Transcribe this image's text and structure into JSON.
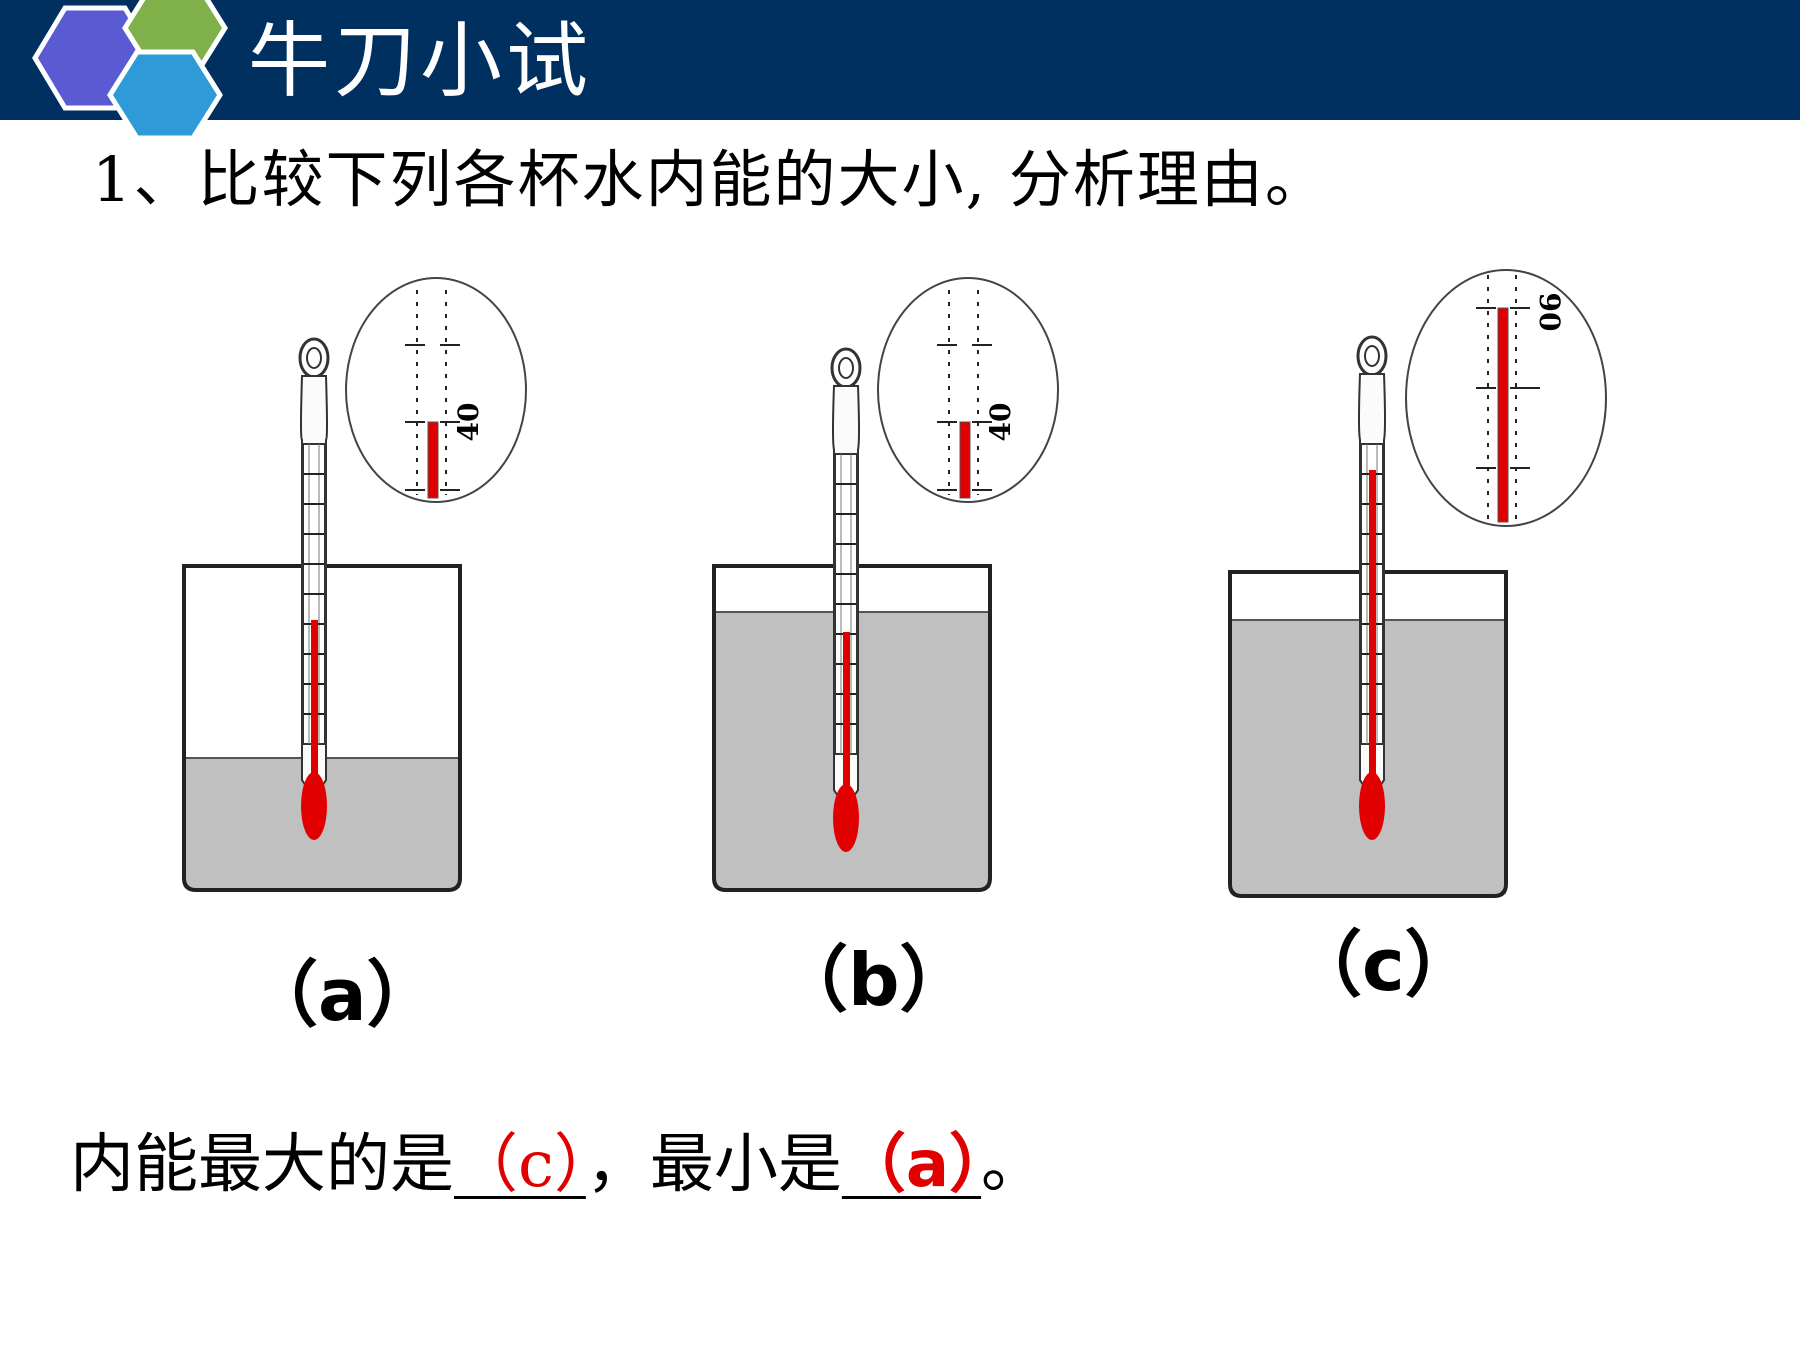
{
  "header": {
    "title": "牛刀小试"
  },
  "question": {
    "text": "1、比较下列各杯水内能的大小, 分析理由。"
  },
  "figures": [
    {
      "label": "（a）",
      "zoom_tick_label": "40",
      "water_fill": "low"
    },
    {
      "label": "（b）",
      "zoom_tick_label": "40",
      "water_fill": "high"
    },
    {
      "label": "（c）",
      "zoom_tick_label": "90",
      "water_fill": "high"
    }
  ],
  "answer": {
    "prefix": "内能最大的是",
    "blank_largest": "（c）",
    "middle": "，最小是",
    "blank_smallest": "（a）",
    "suffix": "。"
  },
  "colors": {
    "header_bg": "#00305f",
    "hex_purple": "#5a5ad2",
    "hex_green": "#7fb04a",
    "hex_blue": "#2e9ad8",
    "mercury": "#e00000",
    "water": "#c0c0c0",
    "answer_red": "#e00000"
  },
  "icons": [
    "hexagon-logo-icon",
    "thermometer-icon",
    "beaker-icon",
    "magnifier-oval-icon"
  ]
}
